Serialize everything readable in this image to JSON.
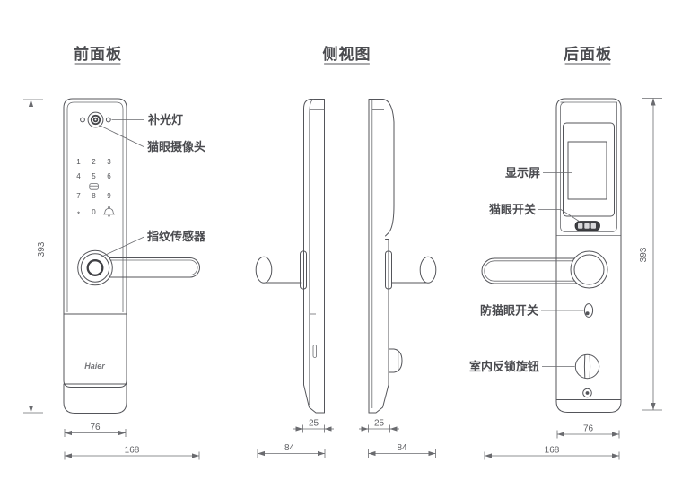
{
  "diagram": {
    "views": {
      "front": {
        "title": "前面板"
      },
      "side": {
        "title": "侧视图"
      },
      "back": {
        "title": "后面板"
      }
    },
    "front": {
      "labels": {
        "fill_light": "补光灯",
        "peephole_camera": "猫眼摄像头",
        "fingerprint_sensor": "指纹传感器"
      },
      "keypad": {
        "keys": [
          "1",
          "2",
          "3",
          "4",
          "5",
          "6",
          "7",
          "8",
          "9",
          "*",
          "0"
        ],
        "icons": [
          "card-reader-icon",
          "doorbell-icon"
        ]
      },
      "brand": "Haier",
      "dims": {
        "panel_width": "76",
        "total_width": "168",
        "height": "393"
      }
    },
    "side": {
      "dims": {
        "front_thickness": "25",
        "front_depth": "84",
        "back_thickness": "25",
        "back_depth": "84"
      }
    },
    "back": {
      "labels": {
        "display": "显示屏",
        "peephole_switch": "猫眼开关",
        "anti_peephole_switch": "防猫眼开关",
        "deadbolt_knob": "室内反锁旋钮"
      },
      "dims": {
        "panel_width": "76",
        "total_width": "168",
        "height": "393"
      }
    },
    "colors": {
      "line": "#54555a",
      "dim": "#6a6b6f",
      "text": "#4a4b4f",
      "dark_fill": "#3e3f43",
      "background": "#ffffff"
    }
  }
}
